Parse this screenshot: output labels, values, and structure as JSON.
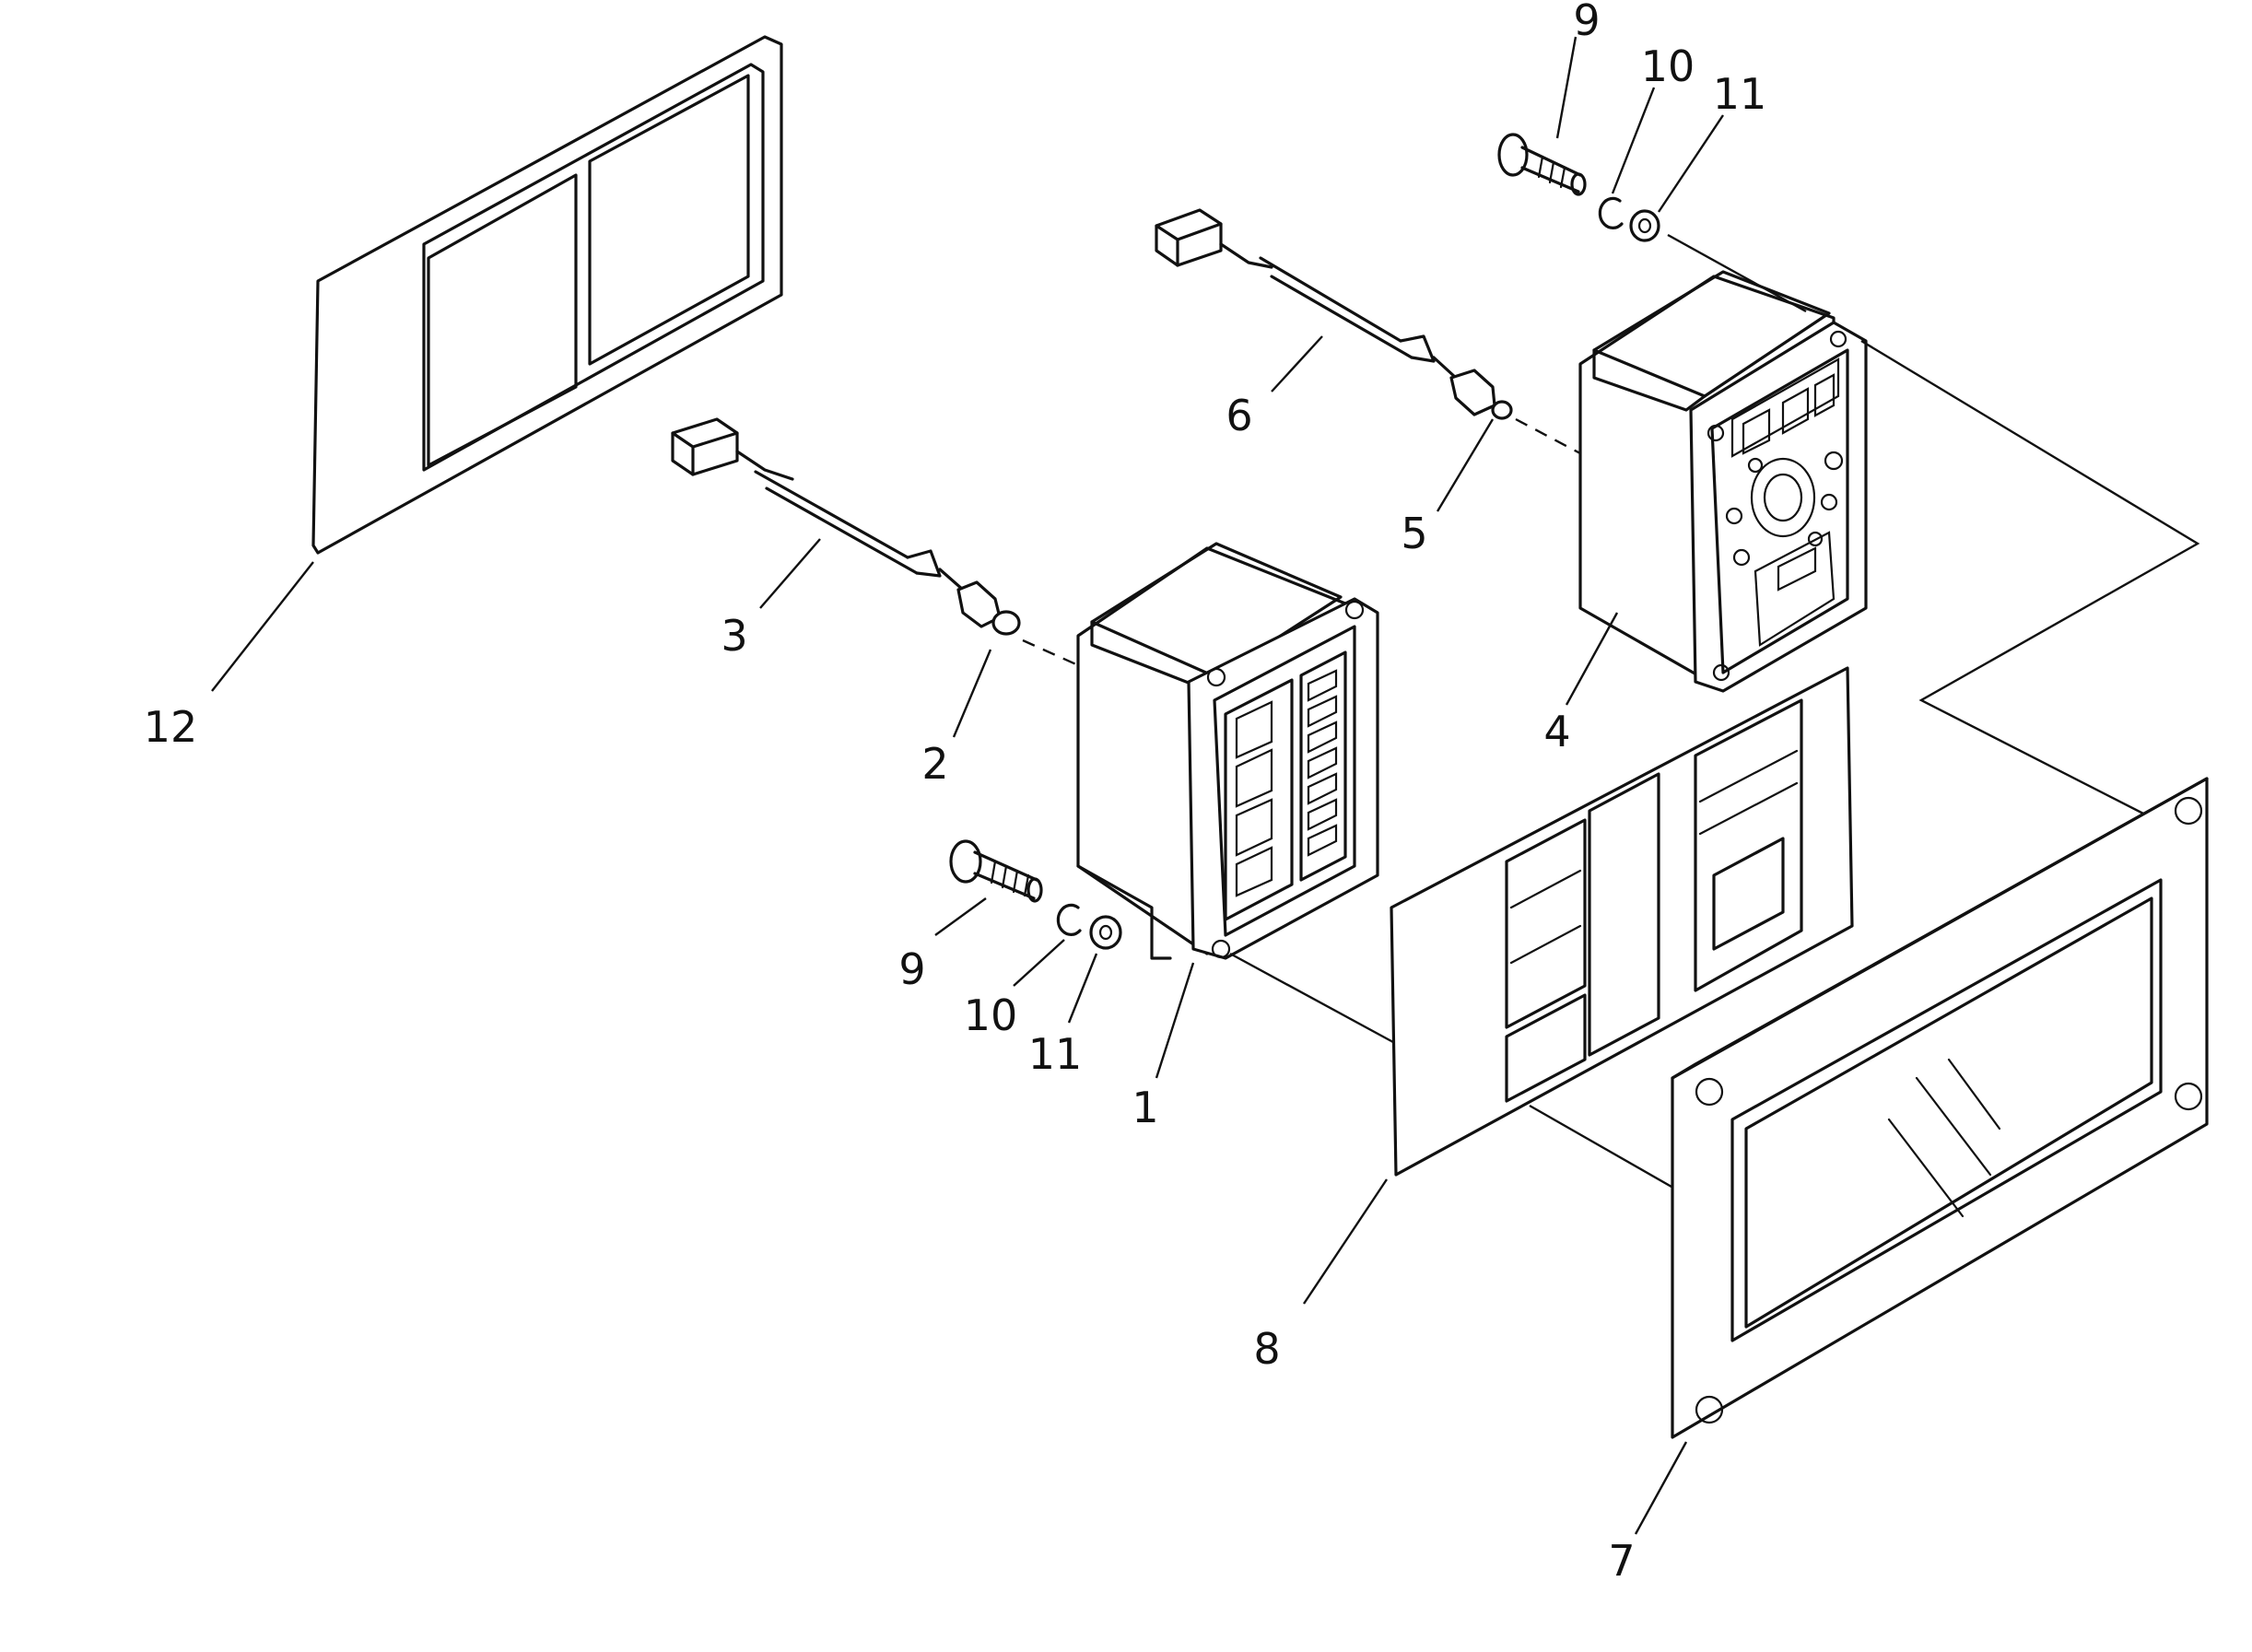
{
  "callouts": [
    {
      "id": "1",
      "label": "1"
    },
    {
      "id": "2",
      "label": "2"
    },
    {
      "id": "3",
      "label": "3"
    },
    {
      "id": "4",
      "label": "4"
    },
    {
      "id": "5",
      "label": "5"
    },
    {
      "id": "6",
      "label": "6"
    },
    {
      "id": "7",
      "label": "7"
    },
    {
      "id": "8",
      "label": "8"
    },
    {
      "id": "9a",
      "label": "9"
    },
    {
      "id": "10a",
      "label": "10"
    },
    {
      "id": "11a",
      "label": "11"
    },
    {
      "id": "9b",
      "label": "9"
    },
    {
      "id": "10b",
      "label": "10"
    },
    {
      "id": "11b",
      "label": "11"
    },
    {
      "id": "12",
      "label": "12"
    }
  ]
}
